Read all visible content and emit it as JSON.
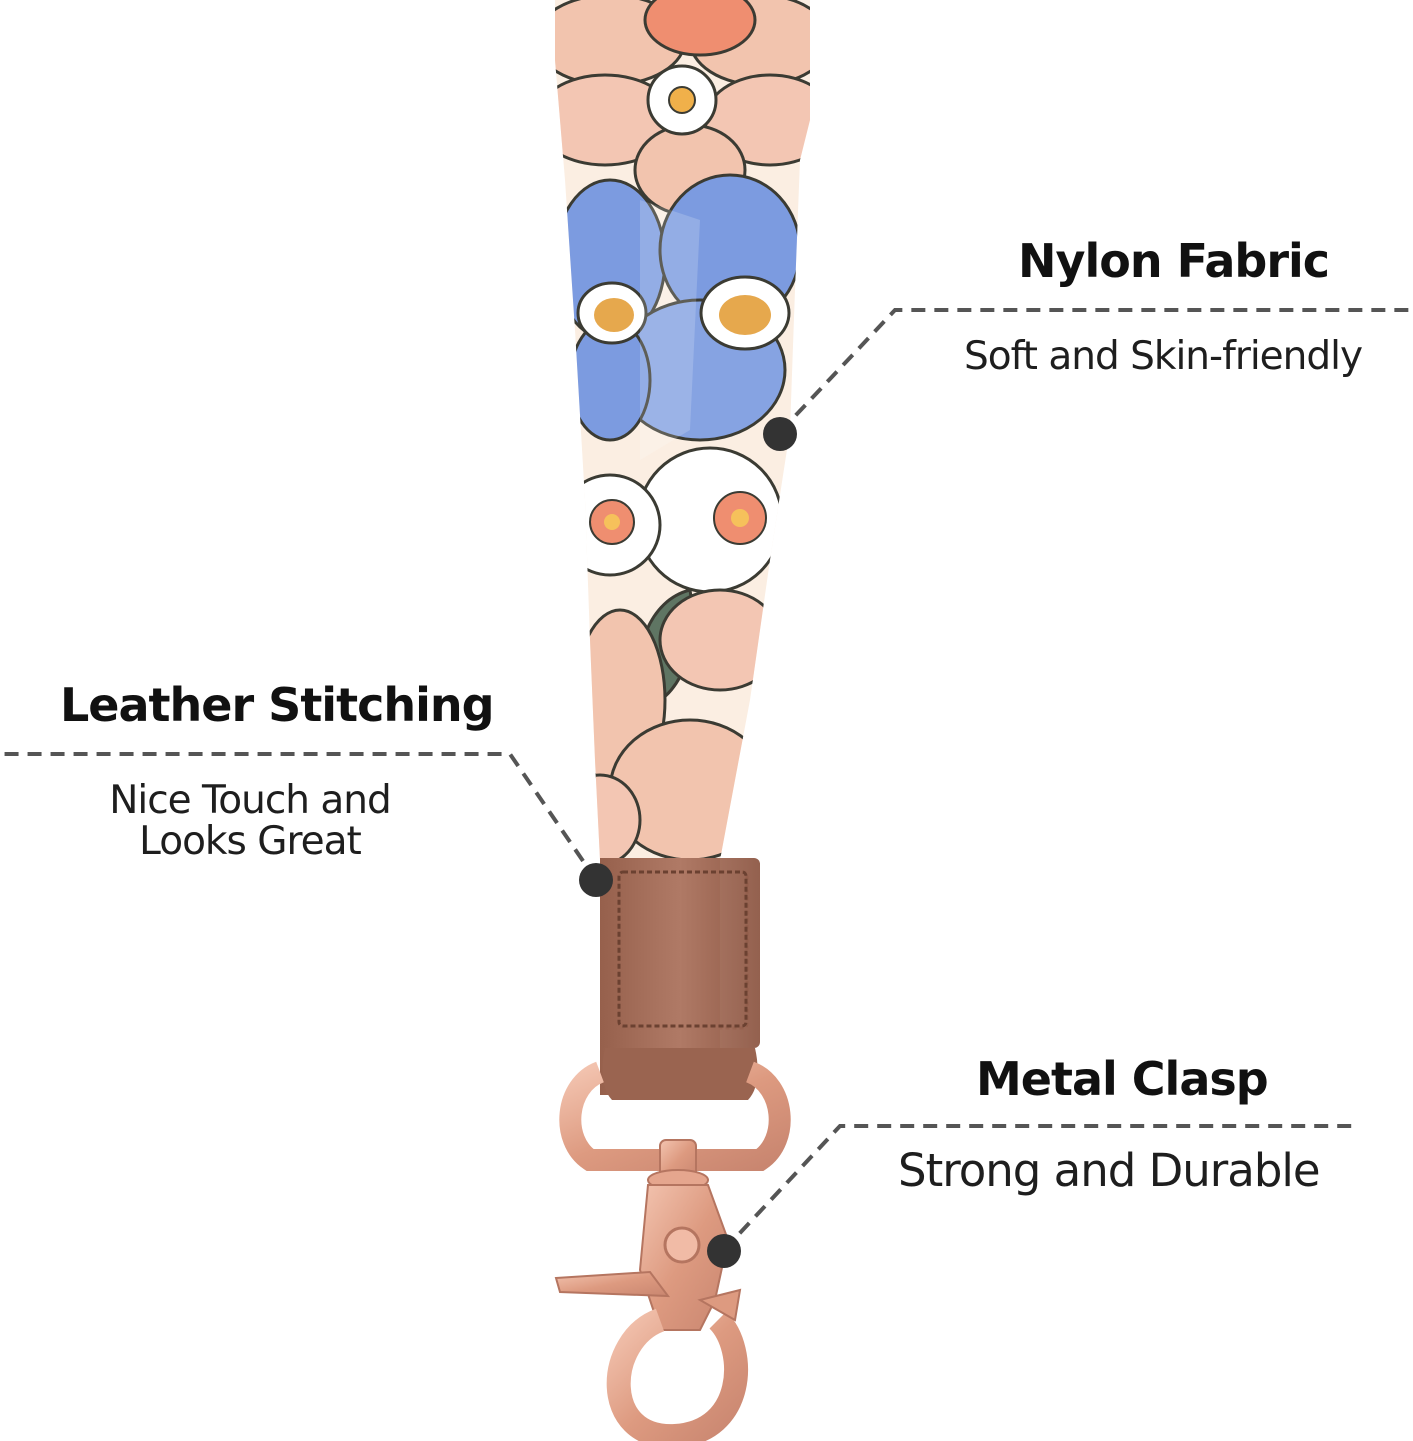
{
  "image": {
    "subject": "floral wrist lanyard",
    "colors": {
      "background": "#ffffff",
      "peach": "#f2c4ae",
      "coral": "#ef8e70",
      "blue": "#7c9be0",
      "cream": "#fbeee2",
      "leaf_green": "#5f7563",
      "leather": "#a8705c",
      "rose_gold": "#e6a891",
      "callout_dot": "#333333",
      "callout_line": "#555555"
    }
  },
  "callouts": {
    "nylon": {
      "title": "Nylon Fabric",
      "subtitle": "Soft and Skin-friendly"
    },
    "leather": {
      "title": "Leather Stitching",
      "subtitle_lines": [
        "Nice Touch and",
        "Looks Great"
      ]
    },
    "metal": {
      "title": "Metal Clasp",
      "subtitle": "Strong and Durable"
    }
  }
}
